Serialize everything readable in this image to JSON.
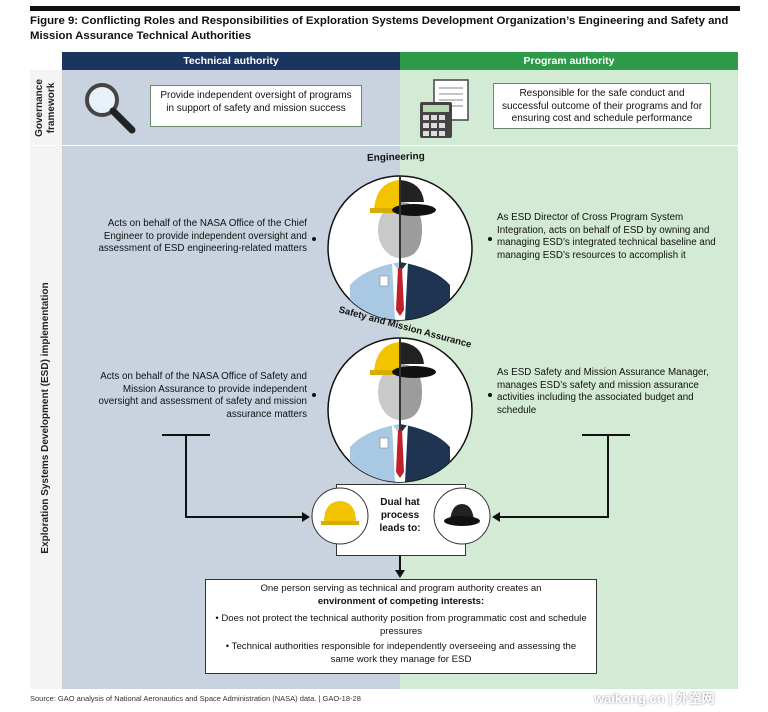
{
  "title": "Figure 9: Conflicting Roles and Responsibilities of Exploration Systems Development Organization’s Engineering and Safety and Mission Assurance Technical Authorities",
  "columns": {
    "left": "Technical authority",
    "right": "Program authority"
  },
  "rows": {
    "governance": "Governance framework",
    "implementation": "Exploration Systems Development (ESD) implementation"
  },
  "governance": {
    "technical": "Provide independent oversight of programs in support of safety and mission success",
    "program": "Responsible for the safe conduct and successful outcome of their programs and for ensuring cost and schedule performance"
  },
  "engineering": {
    "label": "Engineering",
    "left": "Acts on behalf of the NASA Office of the Chief Engineer to provide independent oversight and assessment of ESD engineering-related matters",
    "right": "As ESD Director of Cross Program System Integration, acts on behalf of ESD by owning and managing ESD’s integrated technical baseline and managing ESD’s resources to accomplish it"
  },
  "sma": {
    "label": "Safety and Mission Assurance",
    "left": "Acts on behalf of the NASA Office of Safety and Mission Assurance to provide independent oversight and assessment of safety and mission assurance matters",
    "right": "As ESD Safety and Mission Assurance Manager, manages ESD’s safety and mission assurance activities including the associated budget and schedule"
  },
  "dual_hat": "Dual hat process leads to:",
  "conclusion": {
    "intro": "One person serving as technical and program authority creates an",
    "bold": "environment of competing interests:",
    "bullet1": "• Does not protect the technical authority position from programmatic cost and schedule pressures",
    "bullet2": "• Technical authorities responsible for independently overseeing and assessing the same work they manage for ESD"
  },
  "source": "Source: GAO analysis of National Aeronautics and Space Administration (NASA) data.  |  GAO-18-28",
  "watermark": "waikong.cn | 外空网",
  "colors": {
    "technical_header": "#1b3561",
    "program_header": "#2f9a4a",
    "technical_bg": "#c9d3e0",
    "program_bg": "#d3ebd4"
  }
}
